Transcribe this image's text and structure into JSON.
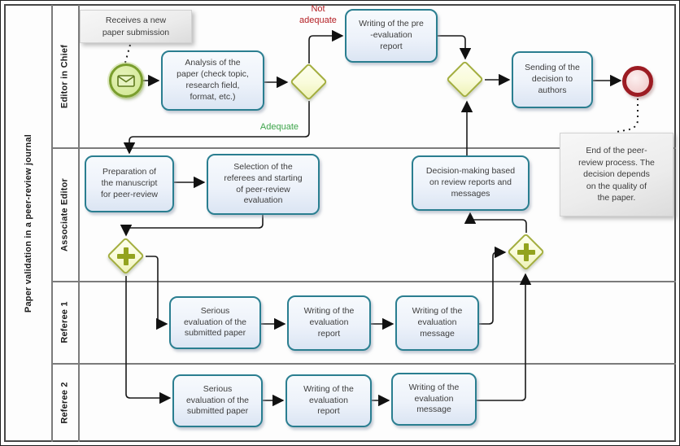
{
  "pool": {
    "title": "Paper validation in a peer-review journal",
    "lanes": [
      {
        "label": "Editor in Chief"
      },
      {
        "label": "Associate Editor"
      },
      {
        "label": "Referee 1"
      },
      {
        "label": "Referee 2"
      }
    ]
  },
  "annotations": {
    "receive": "Receives a new\npaper submission",
    "end": "End of the peer-\nreview process. The\ndecision depends\non the quality of\nthe paper."
  },
  "tasks": {
    "analysis": "Analysis of the\npaper (check topic,\nresearch field,\nformat, etc.)",
    "pre_evaluation": "Writing of the pre\n-evaluation\nreport",
    "sending": "Sending of the\ndecision to\nauthors",
    "preparation": "Preparation of\nthe manuscript\nfor peer-review",
    "selection": "Selection of the\nreferees and starting\nof peer-review\nevaluation",
    "decision": "Decision-making based\non review reports and\nmessages",
    "serious_evaluation": "Serious\nevaluation of the\nsubmitted paper",
    "writing_report": "Writing of the\nevaluation\nreport",
    "writing_message": "Writing of the\nevaluation\nmessage"
  },
  "edge_labels": {
    "not_adequate": "Not\nadequate",
    "adequate": "Adequate"
  },
  "icons": {
    "start_event": "envelope-icon",
    "parallel_gateway": "plus-icon"
  },
  "colors": {
    "pool_border": "#474747",
    "lane_line": "#7b7b7b",
    "task_border": "#2a7e90",
    "task_fill_top": "#f7fafd",
    "task_fill_bottom": "#dbe5f3",
    "gateway_border": "#a3ae3e",
    "gateway_fill": "#f9fbda",
    "gateway_marker": "#93a31f",
    "start_border": "#7a9e2d",
    "start_fill": "#d6ea9c",
    "start_icon": "#5f7a1e",
    "end_border": "#9c1c23",
    "end_fill": "#f2cfcf",
    "annotation_fill": "#ececec",
    "label_not_adequate": "#b42025",
    "label_adequate": "#3da44a",
    "flow_line": "#1a1a1a"
  }
}
